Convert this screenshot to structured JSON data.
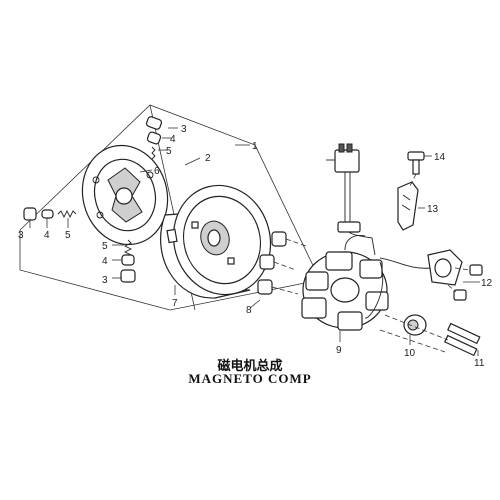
{
  "title_zh": "磁电机总成",
  "title_en": "MAGNETO COMP",
  "callouts": {
    "c1": "1",
    "c2": "2",
    "c3a": "3",
    "c3b": "3",
    "c3c": "3",
    "c4a": "4",
    "c4b": "4",
    "c4c": "4",
    "c5a": "5",
    "c5b": "5",
    "c5c": "5",
    "c6": "6",
    "c7": "7",
    "c8": "8",
    "c9": "9",
    "c10": "10",
    "c11": "11",
    "c12": "12",
    "c13": "13",
    "c14": "14"
  }
}
